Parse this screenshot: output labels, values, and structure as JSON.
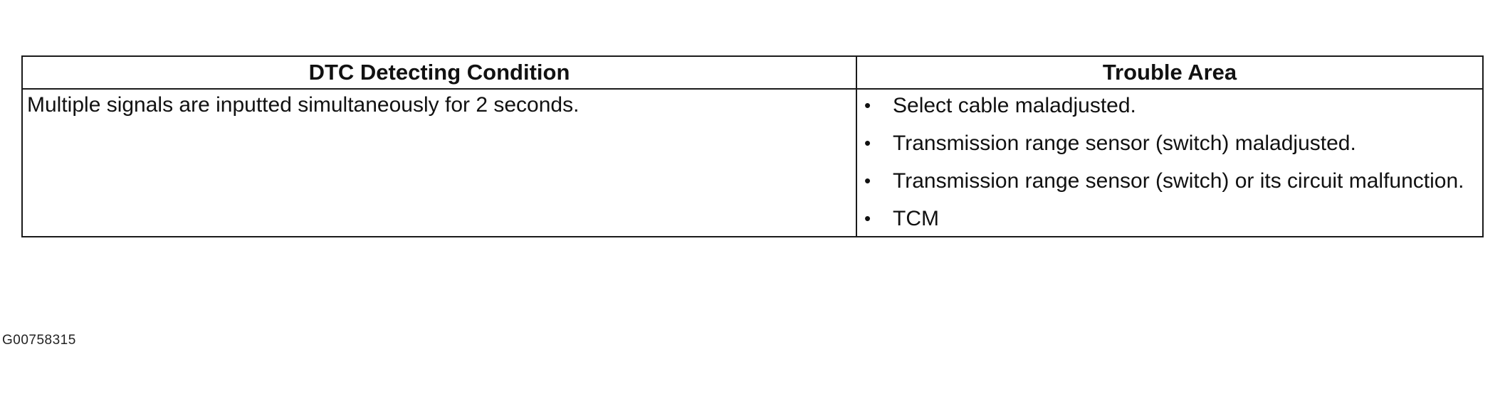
{
  "table": {
    "headers": {
      "condition": "DTC Detecting Condition",
      "trouble_area": "Trouble Area"
    },
    "condition": "Multiple signals are inputted simultaneously for 2 seconds.",
    "trouble_areas": [
      "Select cable maladjusted.",
      "Transmission range sensor (switch) maladjusted.",
      "Transmission range sensor (switch) or its circuit malfunction.",
      "TCM"
    ],
    "bullet_glyph": "•"
  },
  "figure_id": "G00758315"
}
